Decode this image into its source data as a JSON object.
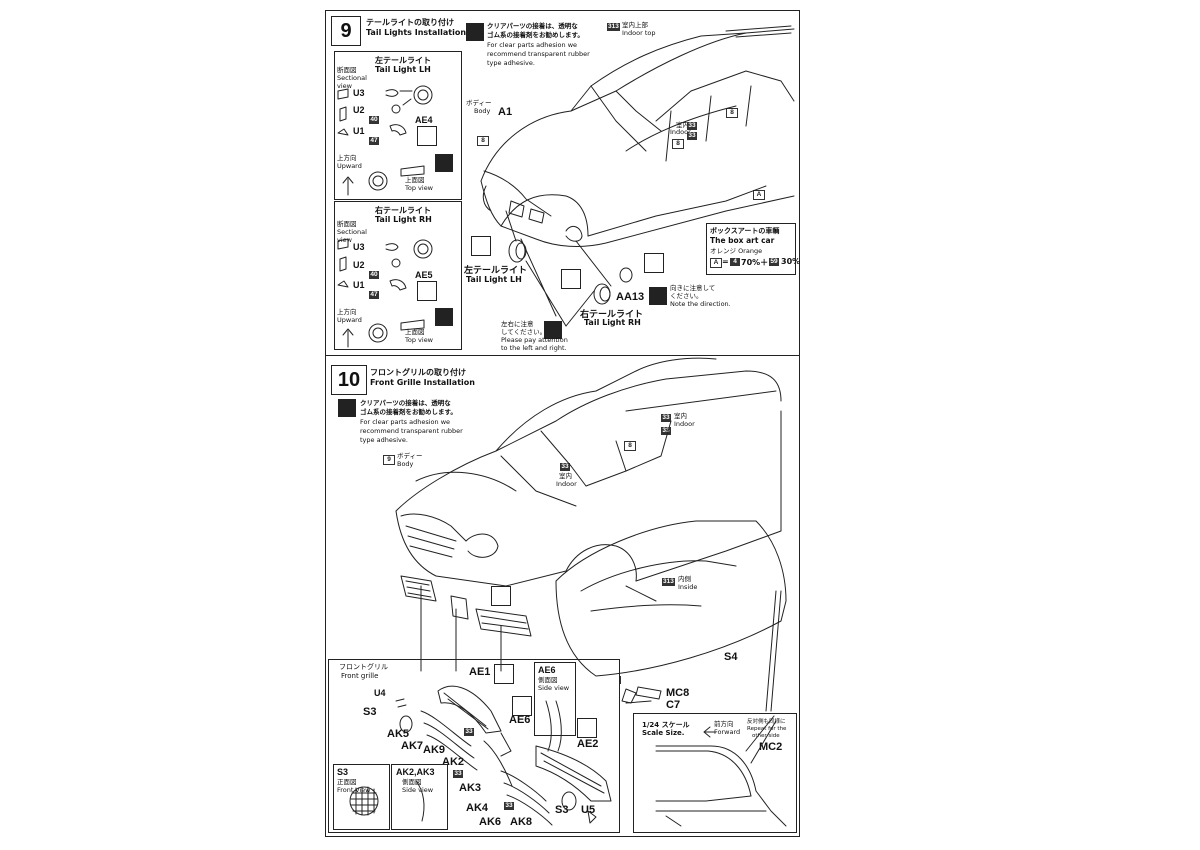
{
  "step9": {
    "number": "9",
    "title_jp": "テールライトの取り付け",
    "title_en": "Tail Lights Installation",
    "note_jp_1": "クリアパーツの接着は、透明な",
    "note_jp_2": "ゴム系の接着剤をお勧めします。",
    "note_en_1": "For clear parts adhesion we",
    "note_en_2": "recommend transparent rubber",
    "note_en_3": "type adhesive.",
    "roof_code": "313",
    "roof_jp": "室内上部",
    "roof_en": "Indoor top",
    "body_jp": "ボディー",
    "body_en": "Body",
    "body_part": "A1",
    "indoor_jp": "室内",
    "indoor_en": "Indoor",
    "code_8": "8",
    "code_33": "33",
    "code_a": "A",
    "tl_left_jp": "左テールライト",
    "tl_left_en": "Tail Light  LH",
    "tl_right_jp": "右テールライト",
    "tl_right_en": "Tail Light  RH",
    "sectional_jp": "断面図",
    "sectional_en": "Sectional view",
    "lh_box_title_jp": "左テールライト",
    "lh_box_title_en": "Tail Light  LH",
    "rh_box_title_jp": "右テールライト",
    "rh_box_title_en": "Tail Light  RH",
    "part_u3": "U3",
    "part_u2": "U2",
    "part_u1": "U1",
    "code_40": "40",
    "code_47": "47",
    "part_ae4": "AE4",
    "part_ae5": "AE5",
    "upward_jp": "上方向",
    "upward_en": "Upward",
    "top_view_jp": "上面図",
    "top_view_en": "Top view",
    "part_aa13": "AA13",
    "direction_jp_1": "向きに注意して",
    "direction_jp_2": "ください。",
    "direction_en": "Note the direction.",
    "lr_jp_1": "左右に注意",
    "lr_jp_2": "してください。",
    "lr_en_1": "Please pay attention",
    "lr_en_2": "to the left and right.",
    "boxart_jp": "ボックスアートの車輌",
    "boxart_en": "The box art car",
    "orange_jp": "オレンジ Orange",
    "mix_a": "A",
    "mix_eq": "=",
    "mix_4": "4",
    "mix_p1": "70%＋",
    "mix_59": "59",
    "mix_p2": "30%"
  },
  "step10": {
    "number": "10",
    "title_jp": "フロントグリルの取り付け",
    "title_en": "Front Grille Installation",
    "note_jp_1": "クリアパーツの接着は、透明な",
    "note_jp_2": "ゴム系の接着剤をお勧めします。",
    "note_en_1": "For clear parts adhesion we",
    "note_en_2": "recommend transparent rubber",
    "note_en_3": "type adhesive.",
    "body_code": "9",
    "body_jp": "ボディー",
    "body_en": "Body",
    "indoor_jp": "室内",
    "indoor_en": "Indoor",
    "code_33": "33",
    "code_8": "8",
    "inside_code": "313",
    "inside_jp": "内側",
    "inside_en": "Inside",
    "part_s4": "S4",
    "part_mc8": "MC8",
    "part_c7": "C7",
    "grille_jp": "フロントグリル",
    "grille_en": "Front grille",
    "part_u4": "U4",
    "part_s3": "S3",
    "part_ae1": "AE1",
    "part_ak5": "AK5",
    "part_ak7": "AK7",
    "part_ak9": "AK9",
    "part_ak2": "AK2",
    "part_ak3": "AK3",
    "part_ak4": "AK4",
    "part_ak6": "AK6",
    "part_ak8": "AK8",
    "part_ae2": "AE2",
    "part_u5": "U5",
    "part_ae6": "AE6",
    "ae6_box_title": "AE6",
    "ae6_jp": "側面図",
    "ae6_en": "Side view",
    "s3_box_title": "S3",
    "s3_jp": "正面図",
    "s3_en": "Front view",
    "ak23_box_title": "AK2,AK3",
    "ak23_jp": "側面図",
    "ak23_en": "Side view",
    "scale_jp": "1/24 スケール",
    "scale_en": "Scale Size.",
    "forward_jp": "前方向",
    "forward_en": "Forward",
    "repeat_jp": "反対側も同様に",
    "repeat_en_1": "Repeat for the",
    "repeat_en_2": "other side",
    "part_mc2": "MC2"
  }
}
